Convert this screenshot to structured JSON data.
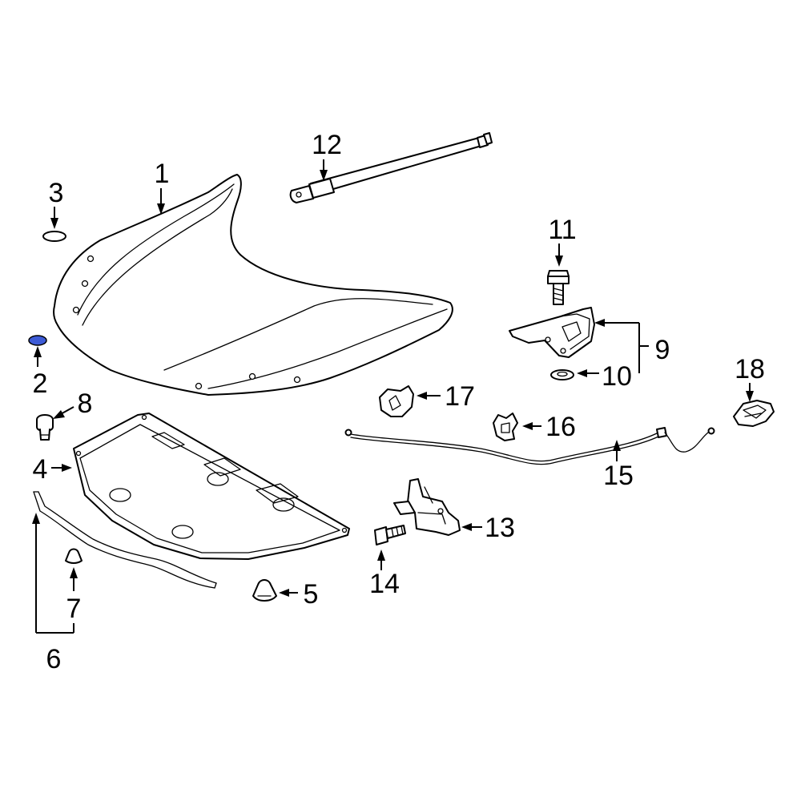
{
  "callouts": {
    "c1": "1",
    "c2": "2",
    "c3": "3",
    "c4": "4",
    "c5": "5",
    "c6": "6",
    "c7": "7",
    "c8": "8",
    "c9": "9",
    "c10": "10",
    "c11": "11",
    "c12": "12",
    "c13": "13",
    "c14": "14",
    "c15": "15",
    "c16": "16",
    "c17": "17",
    "c18": "18"
  },
  "colors": {
    "highlight": "#3d5bd6",
    "line": "#000000",
    "background": "#ffffff"
  },
  "highlighted_part": "2"
}
